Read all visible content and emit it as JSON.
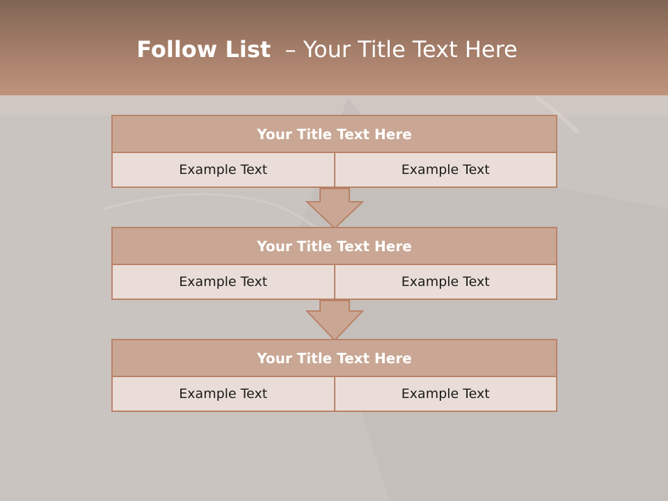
{
  "slide": {
    "title_bold": "Follow List",
    "title_rest": "– Your Title Text Here"
  },
  "blocks": [
    {
      "title": "Your Title Text Here",
      "left": "Example Text",
      "right": "Example Text"
    },
    {
      "title": "Your Title Text Here",
      "left": "Example Text",
      "right": "Example Text"
    },
    {
      "title": "Your Title Text Here",
      "left": "Example Text",
      "right": "Example Text"
    }
  ],
  "colors": {
    "header": "#a07a66",
    "block_title_fill": "#c9a794",
    "cell_fill": "#eaddd7",
    "border": "#b98268",
    "arrow_fill": "#c9a794"
  }
}
